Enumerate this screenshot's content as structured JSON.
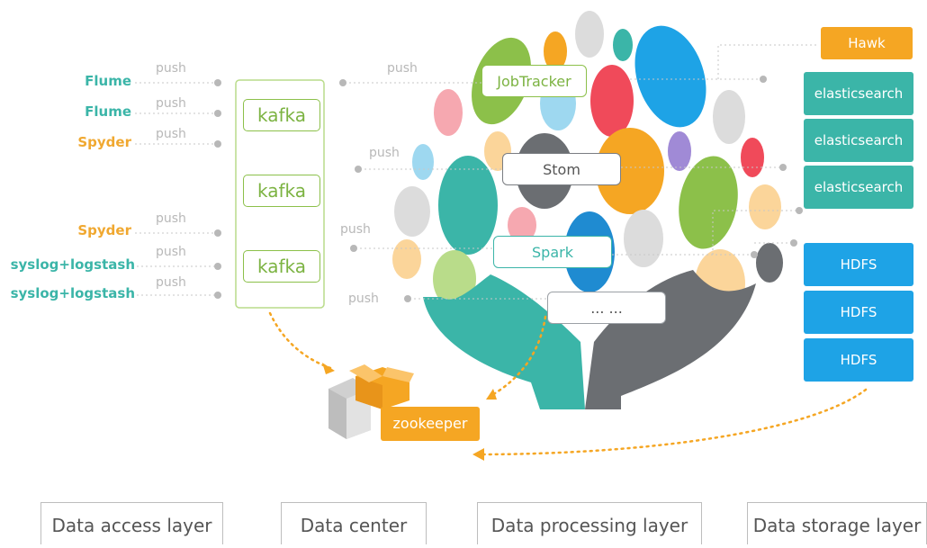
{
  "sources": [
    {
      "label": "Flume",
      "color": "#3bb5a8"
    },
    {
      "label": "Flume",
      "color": "#3bb5a8"
    },
    {
      "label": "Spyder",
      "color": "#f0a830"
    },
    {
      "label": "Spyder",
      "color": "#f0a830"
    },
    {
      "label": "syslog+logstash",
      "color": "#3bb5a8"
    },
    {
      "label": "syslog+logstash",
      "color": "#3bb5a8"
    }
  ],
  "push_label": "push",
  "kafka": [
    "kafka",
    "kafka",
    "kafka"
  ],
  "processing": [
    "JobTracker",
    "Stom",
    "Spark",
    "... ..."
  ],
  "storage": {
    "hawk": "Hawk",
    "elasticsearch": [
      "elasticsearch",
      "elasticsearch",
      "elasticsearch"
    ],
    "hdfs": [
      "HDFS",
      "HDFS",
      "HDFS"
    ]
  },
  "zookeeper": "zookeeper",
  "layers": [
    "Data access layer",
    "Data center",
    "Data processing layer",
    "Data storage layer"
  ],
  "colors": {
    "teal": "#3bb5a8",
    "orange": "#f5a623",
    "green": "#8cc04a",
    "blue": "#1ea3e6",
    "gray": "#6b6e72"
  }
}
